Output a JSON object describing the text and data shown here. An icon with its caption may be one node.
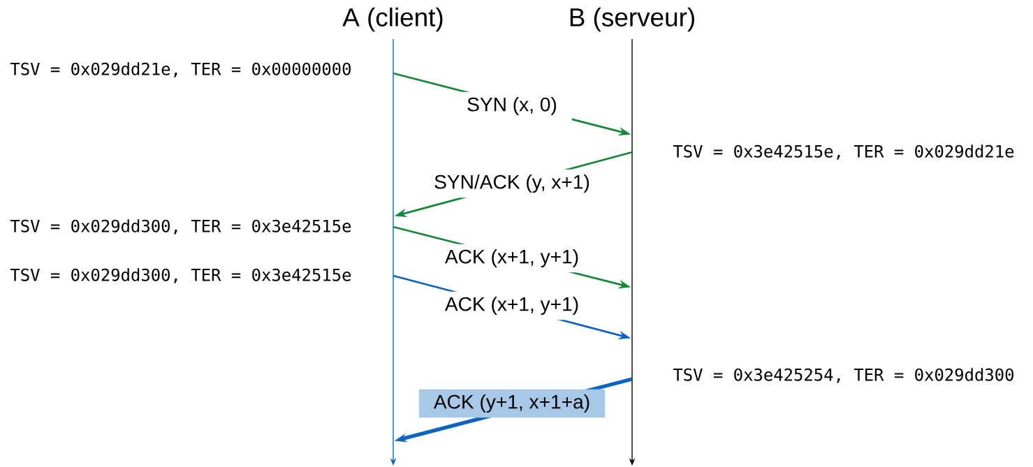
{
  "diagram": {
    "nodes": [
      {
        "text": [
          "A (client)"
        ]
      },
      {
        "text": [
          "B (serveur)"
        ]
      }
    ],
    "edges": [
      {
        "from": 0,
        "to": 1,
        "arrow": "to",
        "label": "SYN (x, 0)",
        "color": "#14873a"
      },
      {
        "from": 1,
        "to": 0,
        "arrow": "to",
        "label": "SYN/ACK (y, x+1)",
        "color": "#14873a"
      },
      {
        "from": 0,
        "to": 1,
        "arrow": "to",
        "label": "ACK (x+1, y+1)",
        "color": "#14873a"
      },
      {
        "from": 0,
        "to": 1,
        "arrow": "to",
        "label": "ACK (x+1, y+1)",
        "color": "#0a64c0"
      },
      {
        "from": 1,
        "to": 0,
        "arrow": "to",
        "label": "ACK (y+1, x+1+a)",
        "color": "#0a64c0",
        "style": "thick"
      }
    ],
    "labels": [
      "TSV = 0x029dd21e, TER = 0x00000000",
      "TSV = 0x3e42515e, TER = 0x029dd21e",
      "TSV = 0x029dd300, TER = 0x3e42515e",
      "TSV = 0x029dd300, TER = 0x3e42515e",
      "TSV = 0x3e425254, TER = 0x029dd300"
    ]
  }
}
